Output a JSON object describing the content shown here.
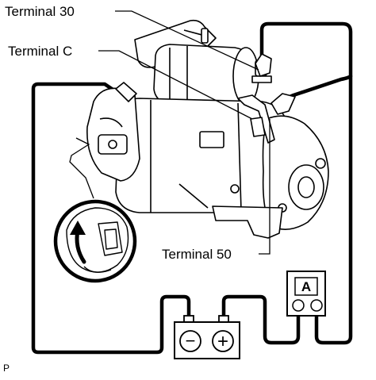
{
  "labels": {
    "terminal_30": "Terminal 30",
    "terminal_c": "Terminal C",
    "terminal_50": "Terminal 50"
  },
  "ammeter": {
    "symbol": "A"
  },
  "battery": {
    "negative": "−",
    "positive": "+"
  },
  "corner_mark": "P",
  "colors": {
    "ink": "#000000",
    "paper": "#ffffff"
  }
}
